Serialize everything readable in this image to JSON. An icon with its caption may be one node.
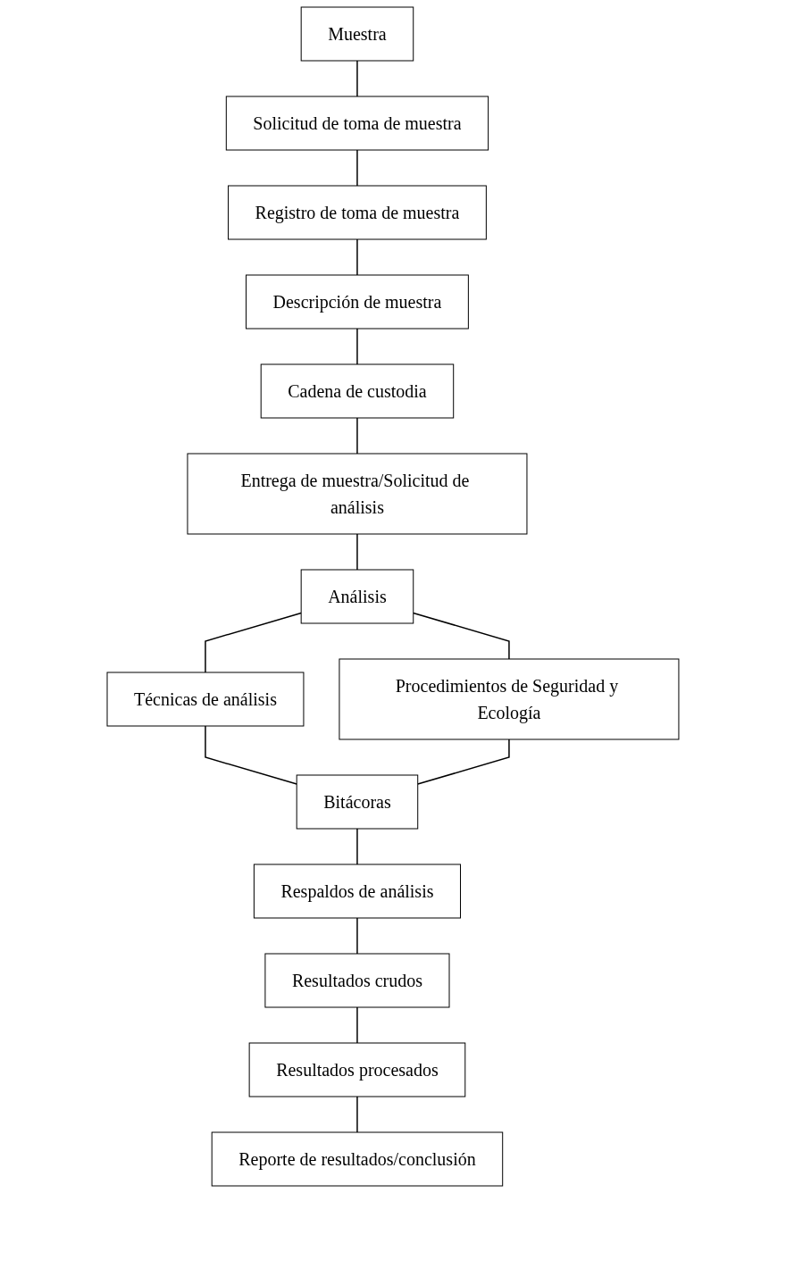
{
  "diagram": {
    "nodes": [
      {
        "text": [
          "Muestra"
        ]
      },
      {
        "text": [
          "Solicitud de toma de muestra"
        ]
      },
      {
        "text": [
          "Registro de toma de muestra"
        ]
      },
      {
        "text": [
          "Descripción de muestra"
        ]
      },
      {
        "text": [
          "Cadena de custodia"
        ]
      },
      {
        "text": [
          "Entrega de muestra/Solicitud de análisis"
        ]
      },
      {
        "text": [
          "Análisis"
        ]
      },
      {
        "text": [
          "Técnicas de análisis"
        ]
      },
      {
        "text": [
          "Procedimientos de Seguridad y Ecología"
        ]
      },
      {
        "text": [
          "Bitácoras"
        ]
      },
      {
        "text": [
          "Respaldos de análisis"
        ]
      },
      {
        "text": [
          "Resultados crudos"
        ]
      },
      {
        "text": [
          "Resultados procesados"
        ]
      },
      {
        "text": [
          "Reporte de resultados/conclusión"
        ]
      }
    ],
    "edges": [
      {
        "from": 0,
        "to": 1,
        "arrow": "none"
      },
      {
        "from": 1,
        "to": 2,
        "arrow": "none"
      },
      {
        "from": 2,
        "to": 3,
        "arrow": "none"
      },
      {
        "from": 3,
        "to": 4,
        "arrow": "none"
      },
      {
        "from": 4,
        "to": 5,
        "arrow": "none"
      },
      {
        "from": 5,
        "to": 6,
        "arrow": "none"
      },
      {
        "from": 6,
        "to": 7,
        "arrow": "none"
      },
      {
        "from": 6,
        "to": 8,
        "arrow": "none"
      },
      {
        "from": 7,
        "to": 9,
        "arrow": "none"
      },
      {
        "from": 8,
        "to": 9,
        "arrow": "none"
      },
      {
        "from": 9,
        "to": 10,
        "arrow": "none"
      },
      {
        "from": 10,
        "to": 11,
        "arrow": "none"
      },
      {
        "from": 11,
        "to": 12,
        "arrow": "none"
      },
      {
        "from": 12,
        "to": 13,
        "arrow": "none"
      }
    ]
  }
}
